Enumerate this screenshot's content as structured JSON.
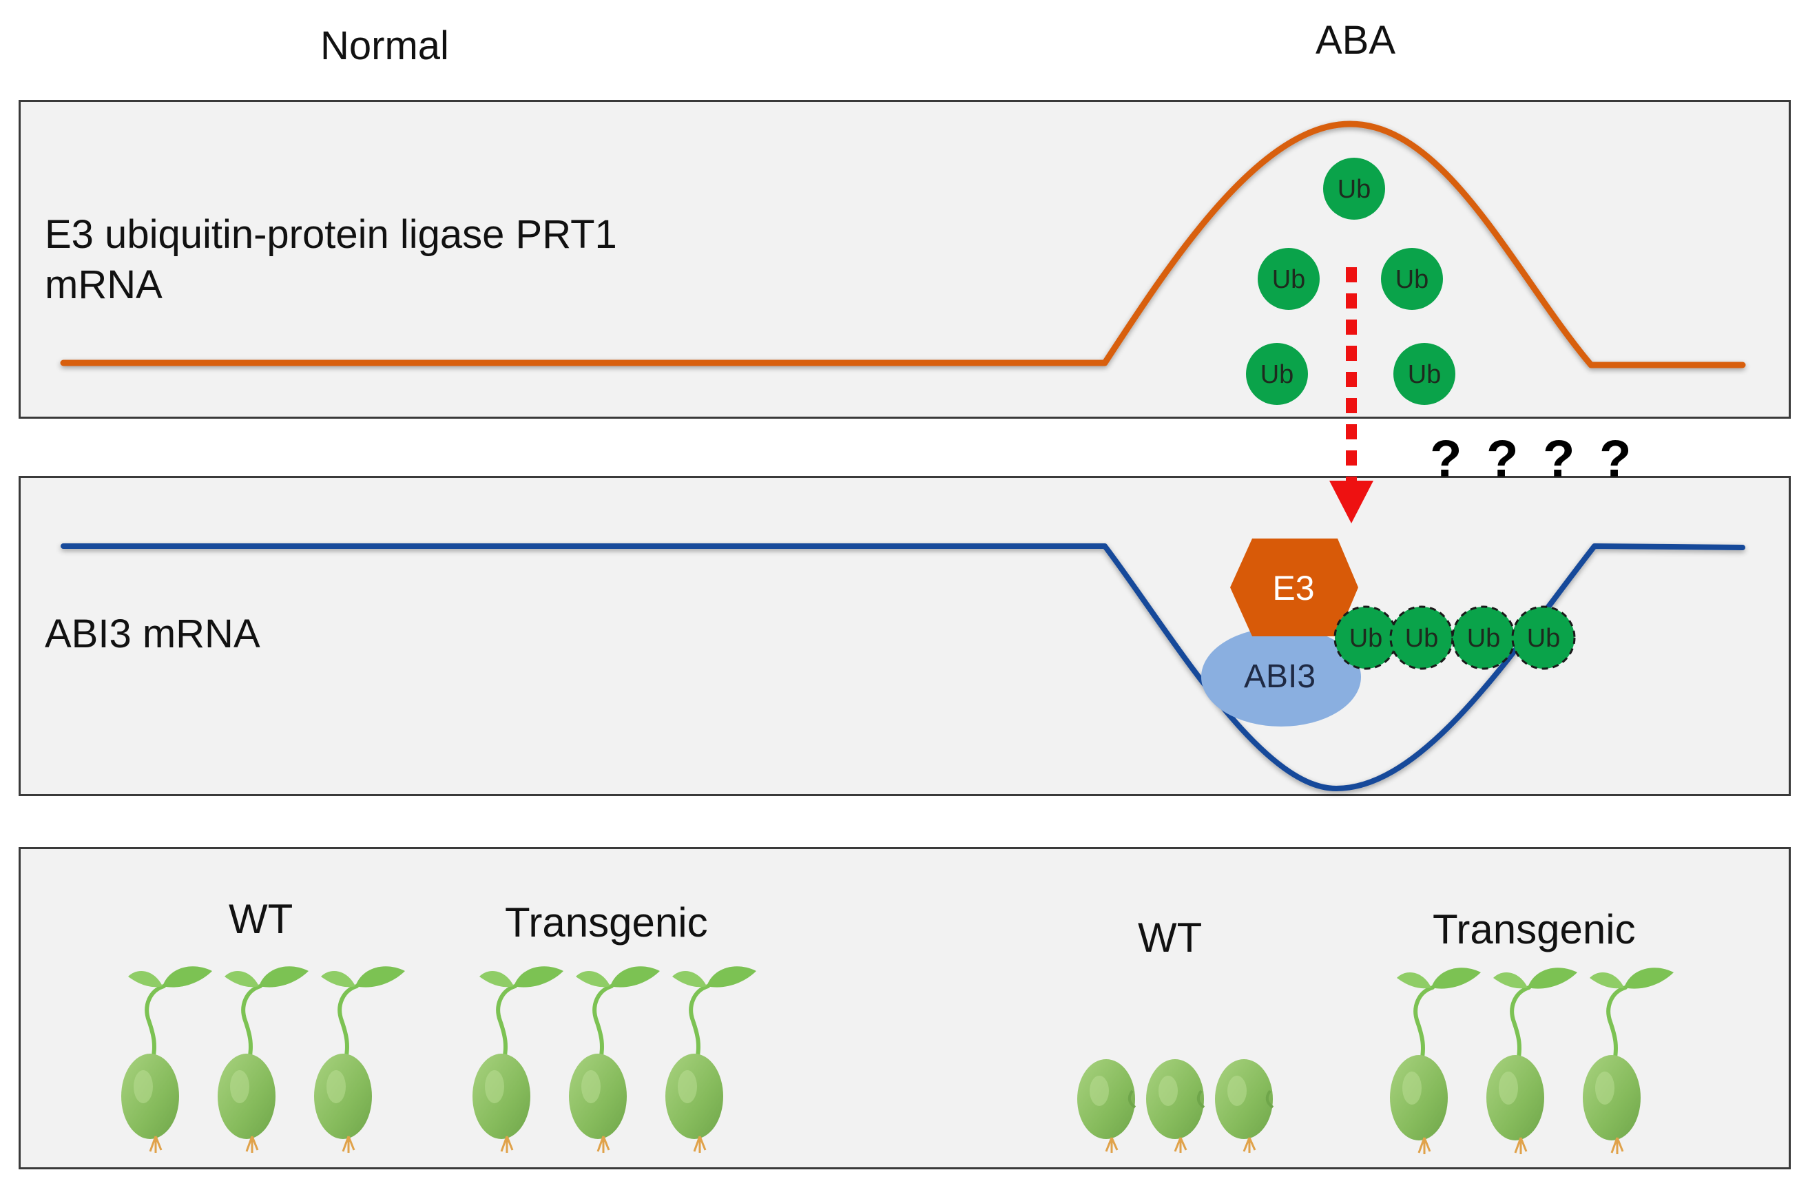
{
  "headers": {
    "normal": "Normal",
    "aba": "ABA"
  },
  "rows": {
    "prt1_line1": "E3 ubiquitin-protein ligase PRT1",
    "prt1_line2": "mRNA",
    "abi3": "ABI3 mRNA"
  },
  "molecules": {
    "ub": "Ub",
    "e3": "E3",
    "abi3": "ABI3"
  },
  "question_marks": [
    "?",
    "?",
    "?",
    "?"
  ],
  "plants": {
    "normal": {
      "wt_label": "WT",
      "transgenic_label": "Transgenic"
    },
    "aba": {
      "wt_label": "WT",
      "transgenic_label": "Transgenic"
    }
  },
  "colors": {
    "prt1_curve": "#d85f10",
    "abi3_curve": "#17489a",
    "ub_fill": "#0aa34a",
    "e3_fill": "#d85a08",
    "abi3_fill": "#8aafe0",
    "arrow": "#ee1111",
    "seed": "#86bb5c",
    "leaf": "#7cc253"
  }
}
